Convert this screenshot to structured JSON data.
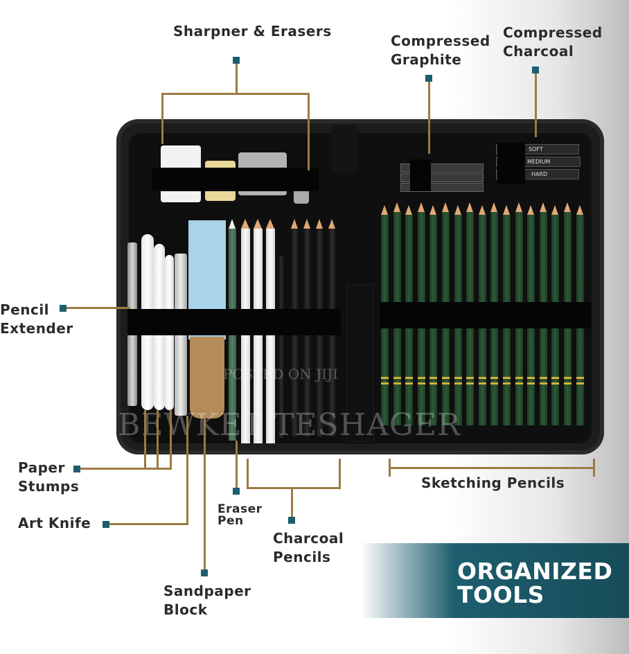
{
  "labels": {
    "sharpener": "Sharpner & Erasers",
    "graphite": "Compressed\nGraphite",
    "charcoal_compressed": "Compressed\nCharcoal",
    "pencil_extender": "Pencil\nExtender",
    "paper_stumps": "Paper\nStumps",
    "art_knife": "Art Knife",
    "eraser_pen": "Eraser\nPen",
    "charcoal_pencils": "Charcoal\nPencils",
    "sketching_pencils": "Sketching Pencils",
    "sandpaper": "Sandpaper\nBlock"
  },
  "charcoal_sticks": [
    "SOFT",
    "MEDIUM",
    "HARD"
  ],
  "banner": "ORGANIZED\nTOOLS",
  "watermark": {
    "line1": "POSTED ON JIJI",
    "line2": "BEWKET TESHAGER"
  },
  "colors": {
    "accent": "#1d5e6e",
    "connector": "#9c7a43",
    "text": "#2b2b2b"
  }
}
